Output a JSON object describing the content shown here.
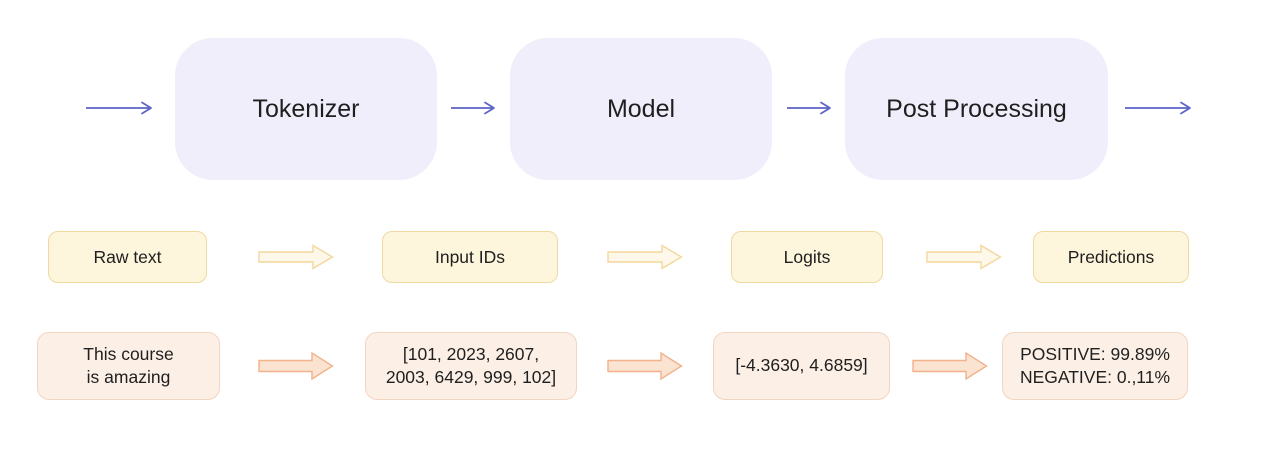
{
  "diagram": {
    "description": "NLP sentiment-analysis pipeline flow diagram",
    "stages": [
      {
        "label": "Tokenizer"
      },
      {
        "label": "Model"
      },
      {
        "label": "Post Processing"
      }
    ],
    "data_types": [
      {
        "label": "Raw text"
      },
      {
        "label": "Input IDs"
      },
      {
        "label": "Logits"
      },
      {
        "label": "Predictions"
      }
    ],
    "examples": [
      {
        "line1": "This course",
        "line2": "is amazing"
      },
      {
        "line1": "[101, 2023, 2607,",
        "line2": "2003, 6429, 999, 102]"
      },
      {
        "line1": "[-4.3630, 4.6859]",
        "line2": ""
      },
      {
        "line1": "POSITIVE: 99.89%",
        "line2": "NEGATIVE: 0.,11%"
      }
    ]
  },
  "colors": {
    "stage_fill": "#f0eefb",
    "arrow_purple": "#5c62c5",
    "type_fill": "#fdf6dd",
    "type_border": "#f0d9a0",
    "type_arrow_fill": "#fdf8e9",
    "type_arrow_stroke": "#f3d79e",
    "example_fill": "#fcefe6",
    "example_border": "#f2d5c0",
    "example_arrow_fill": "#fae3d1",
    "example_arrow_stroke": "#f1b28a",
    "text": "#1f1f1f"
  }
}
